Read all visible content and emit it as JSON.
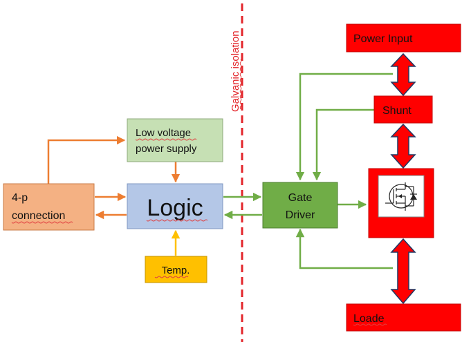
{
  "isolation": {
    "label": "Galvanic isolation",
    "color": "#e3262b"
  },
  "blocks": {
    "low_voltage": {
      "line1": "Low voltage",
      "line2": "power supply",
      "fill": "#c6e0b4",
      "stroke": "#8faa7c"
    },
    "connection": {
      "line1": "4-p",
      "line2": "connection",
      "fill": "#f4b183",
      "stroke": "#c97a46"
    },
    "logic": {
      "label": "Logic",
      "fill": "#b4c7e7",
      "stroke": "#7f97c0"
    },
    "temp": {
      "label": "Temp.",
      "fill": "#ffc000",
      "stroke": "#c69300"
    },
    "gate_driver": {
      "line1": "Gate",
      "line2": "Driver",
      "fill": "#70ad47",
      "stroke": "#4e7f30"
    },
    "power_input": {
      "label": "Power Input",
      "fill": "#ff0000",
      "stroke": "#c00000"
    },
    "shunt": {
      "label": "Shunt",
      "fill": "#ff0000",
      "stroke": "#c00000"
    },
    "switch": {
      "fill": "#ff0000",
      "stroke": "#c00000"
    },
    "load": {
      "label": "Loade",
      "fill": "#ff0000",
      "stroke": "#c00000"
    }
  },
  "colors": {
    "orange_arrow": "#ed7d31",
    "green_arrow": "#70ad47",
    "yellow_arrow": "#ffc000",
    "power_arrow_fill": "#ff0000",
    "power_arrow_stroke": "#1f3864"
  },
  "icons": {
    "mosfet": "mosfet-icon"
  }
}
